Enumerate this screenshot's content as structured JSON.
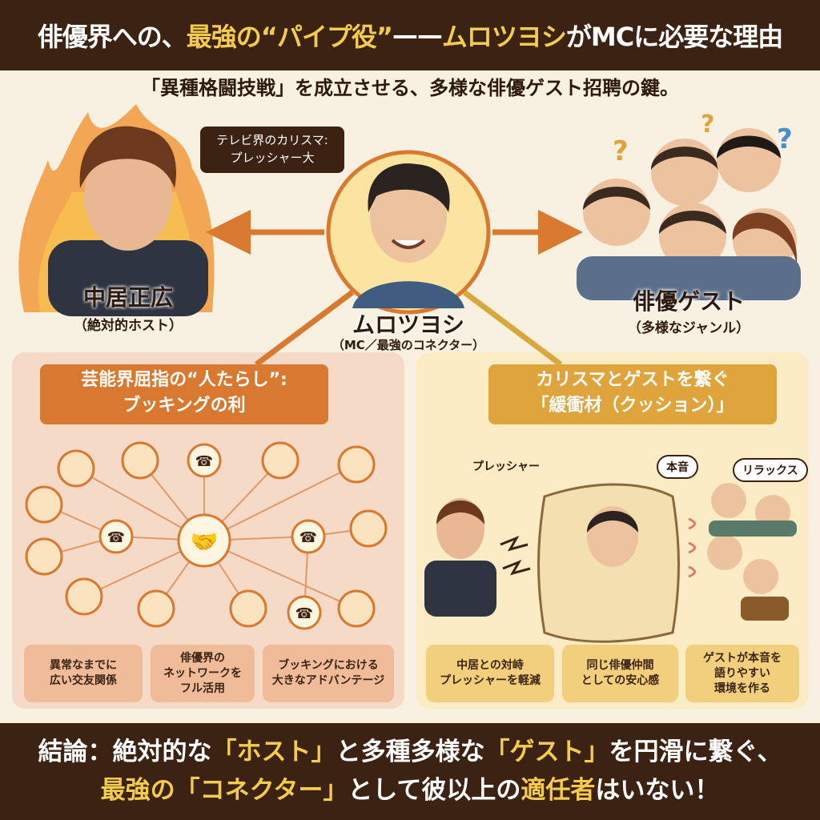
{
  "header": {
    "title_part1": "俳優界への、",
    "title_part2": "最強の“パイプ役”",
    "title_part3": "——",
    "title_part4": "ムロツヨシ",
    "title_part5": "がMCに必要な理由"
  },
  "subtitle": "「異種格闘技戦」を成立させる、多様な俳優ゲスト招聘の鍵。",
  "host": {
    "name": "中居正広",
    "role": "（絶対的ホスト）",
    "bubble_line1": "テレビ界のカリスマ:",
    "bubble_line2": "プレッシャー大"
  },
  "mc": {
    "name": "ムロツヨシ",
    "role": "（MC／最強のコネクター）"
  },
  "guests": {
    "name": "俳優ゲスト",
    "role": "（多様なジャンル）"
  },
  "left_panel": {
    "title_line1": "芸能界屈指の“人たらし”:",
    "title_line2": "ブッキングの利",
    "boxes": [
      [
        "異常なまでに",
        "広い交友関係"
      ],
      [
        "俳優界の",
        "ネットワークを",
        "フル活用"
      ],
      [
        "ブッキングにおける",
        "大きなアドバンテージ"
      ]
    ]
  },
  "right_panel": {
    "title_line1": "カリスマとゲストを繋ぐ",
    "title_line2": "「緩衝材（クッション）」",
    "pressure_label": "プレッシャー",
    "honne_label": "本音",
    "relax_label": "リラックス",
    "boxes": [
      [
        "中居との対峙",
        "プレッシャーを軽減"
      ],
      [
        "同じ俳優仲間",
        "としての安心感"
      ],
      [
        "ゲストが本音を",
        "語りやすい",
        "環境を作る"
      ]
    ]
  },
  "footer": {
    "l1a": "結論：絶対的な",
    "l1b": "「ホスト」",
    "l1c": "と多種多様な",
    "l1d": "「ゲスト」",
    "l1e": "を円滑に繋ぐ、",
    "l2a": "最強の",
    "l2b": "「コネクター」",
    "l2c": "として彼以上の",
    "l2d": "適任者",
    "l2e": "はいない！"
  },
  "colors": {
    "dark": "#3b2212",
    "accent": "#f3cc4f",
    "orange": "#d9782f",
    "gold": "#e0a43c"
  }
}
